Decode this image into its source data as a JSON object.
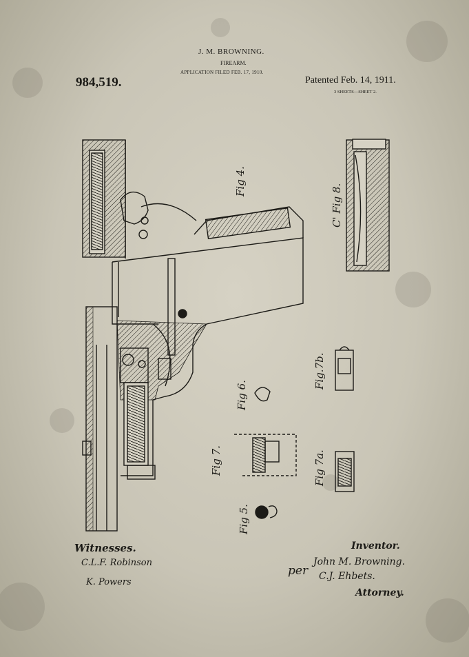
{
  "header": {
    "inventor": "J. M. BROWNING.",
    "title": "FIREARM.",
    "filed": "APPLICATION FILED FEB. 17, 1910.",
    "patent_number": "984,519.",
    "patented": "Patented Feb. 14, 1911.",
    "sheets": "3 SHEETS—SHEET 2."
  },
  "figures": {
    "fig4": "Fig 4.",
    "fig5": "Fig 5.",
    "fig6": "Fig 6.",
    "fig7": "Fig 7.",
    "fig7a": "Fig 7a.",
    "fig7b": "Fig.7b.",
    "fig8": "C' Fig 8."
  },
  "footer": {
    "witnesses_label": "Witnesses.",
    "witness1": "C.L.F. Robinson",
    "witness2": "K. Powers",
    "inventor_label": "Inventor.",
    "inventor_name": "John M. Browning.",
    "per": "per",
    "attorney_name": "C.J. Ehbets.",
    "attorney_label": "Attorney."
  },
  "colors": {
    "paper": "#cfcbbd",
    "ink": "#1c1b17"
  }
}
